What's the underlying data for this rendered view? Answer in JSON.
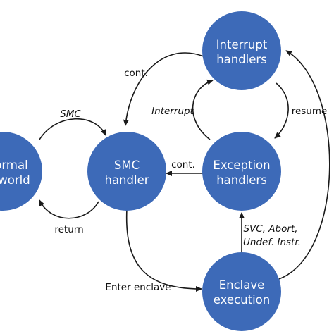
{
  "colors": {
    "node_fill": "#3d6ab8",
    "node_text": "#ffffff",
    "edge": "#1a1a1a"
  },
  "nodes": {
    "normal_world": {
      "line1": "ormal",
      "line2": "world"
    },
    "smc_handler": {
      "line1": "SMC",
      "line2": "handler"
    },
    "interrupt_handlers": {
      "line1": "Interrupt",
      "line2": "handlers"
    },
    "exception_handlers": {
      "line1": "Exception",
      "line2": "handlers"
    },
    "enclave_execution": {
      "line1": "Enclave",
      "line2": "execution"
    }
  },
  "edges": {
    "smc": "SMC",
    "return": "return",
    "cont_from_interrupt": "cont.",
    "cont_from_exception": "cont.",
    "interrupt": "Interrupt",
    "resume": "resume",
    "svc_line1": "SVC, Abort,",
    "svc_line2": "Undef. Instr.",
    "enter_enclave": "Enter enclave"
  }
}
